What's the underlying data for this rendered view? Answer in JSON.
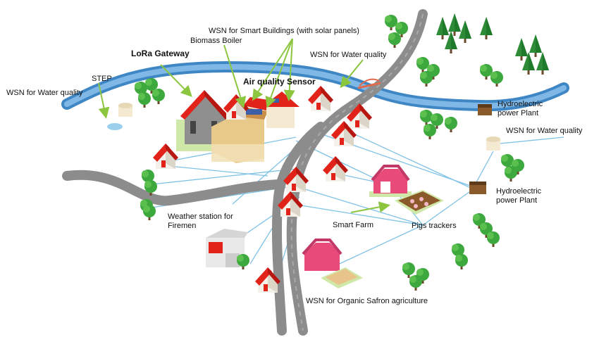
{
  "labels": {
    "lora_gateway": "LoRa Gateway",
    "smart_buildings": "WSN for Smart Buildings  (with solar panels)",
    "biomass_boiler": "Biomass Boiler",
    "water_quality_top": "WSN for Water quality",
    "step": "STEP",
    "water_quality_left": "WSN for Water quality",
    "air_quality": "Air quality Sensor",
    "hydro_top": "Hydroelectric\npower Plant",
    "water_quality_right": "WSN for Water quality",
    "hydro_right": "Hydroelectric\npower Plant",
    "weather_station": "Weather station for\nFiremen",
    "smart_farm": "Smart Farm",
    "pigs_trackers": "Pigs trackers",
    "safron": "WSN for Organic Safron agriculture"
  },
  "colors": {
    "river": "#3f86c4",
    "river_light": "#7fb8e6",
    "road": "#8c8c8c",
    "road_dark": "#6f6f6f",
    "link_line": "#7fc2e6",
    "arrow": "#8cc63f",
    "tree": "#3da83d",
    "tree_dark": "#1f7a2b",
    "roof": "#e2231a",
    "barn": "#e84b7a"
  }
}
